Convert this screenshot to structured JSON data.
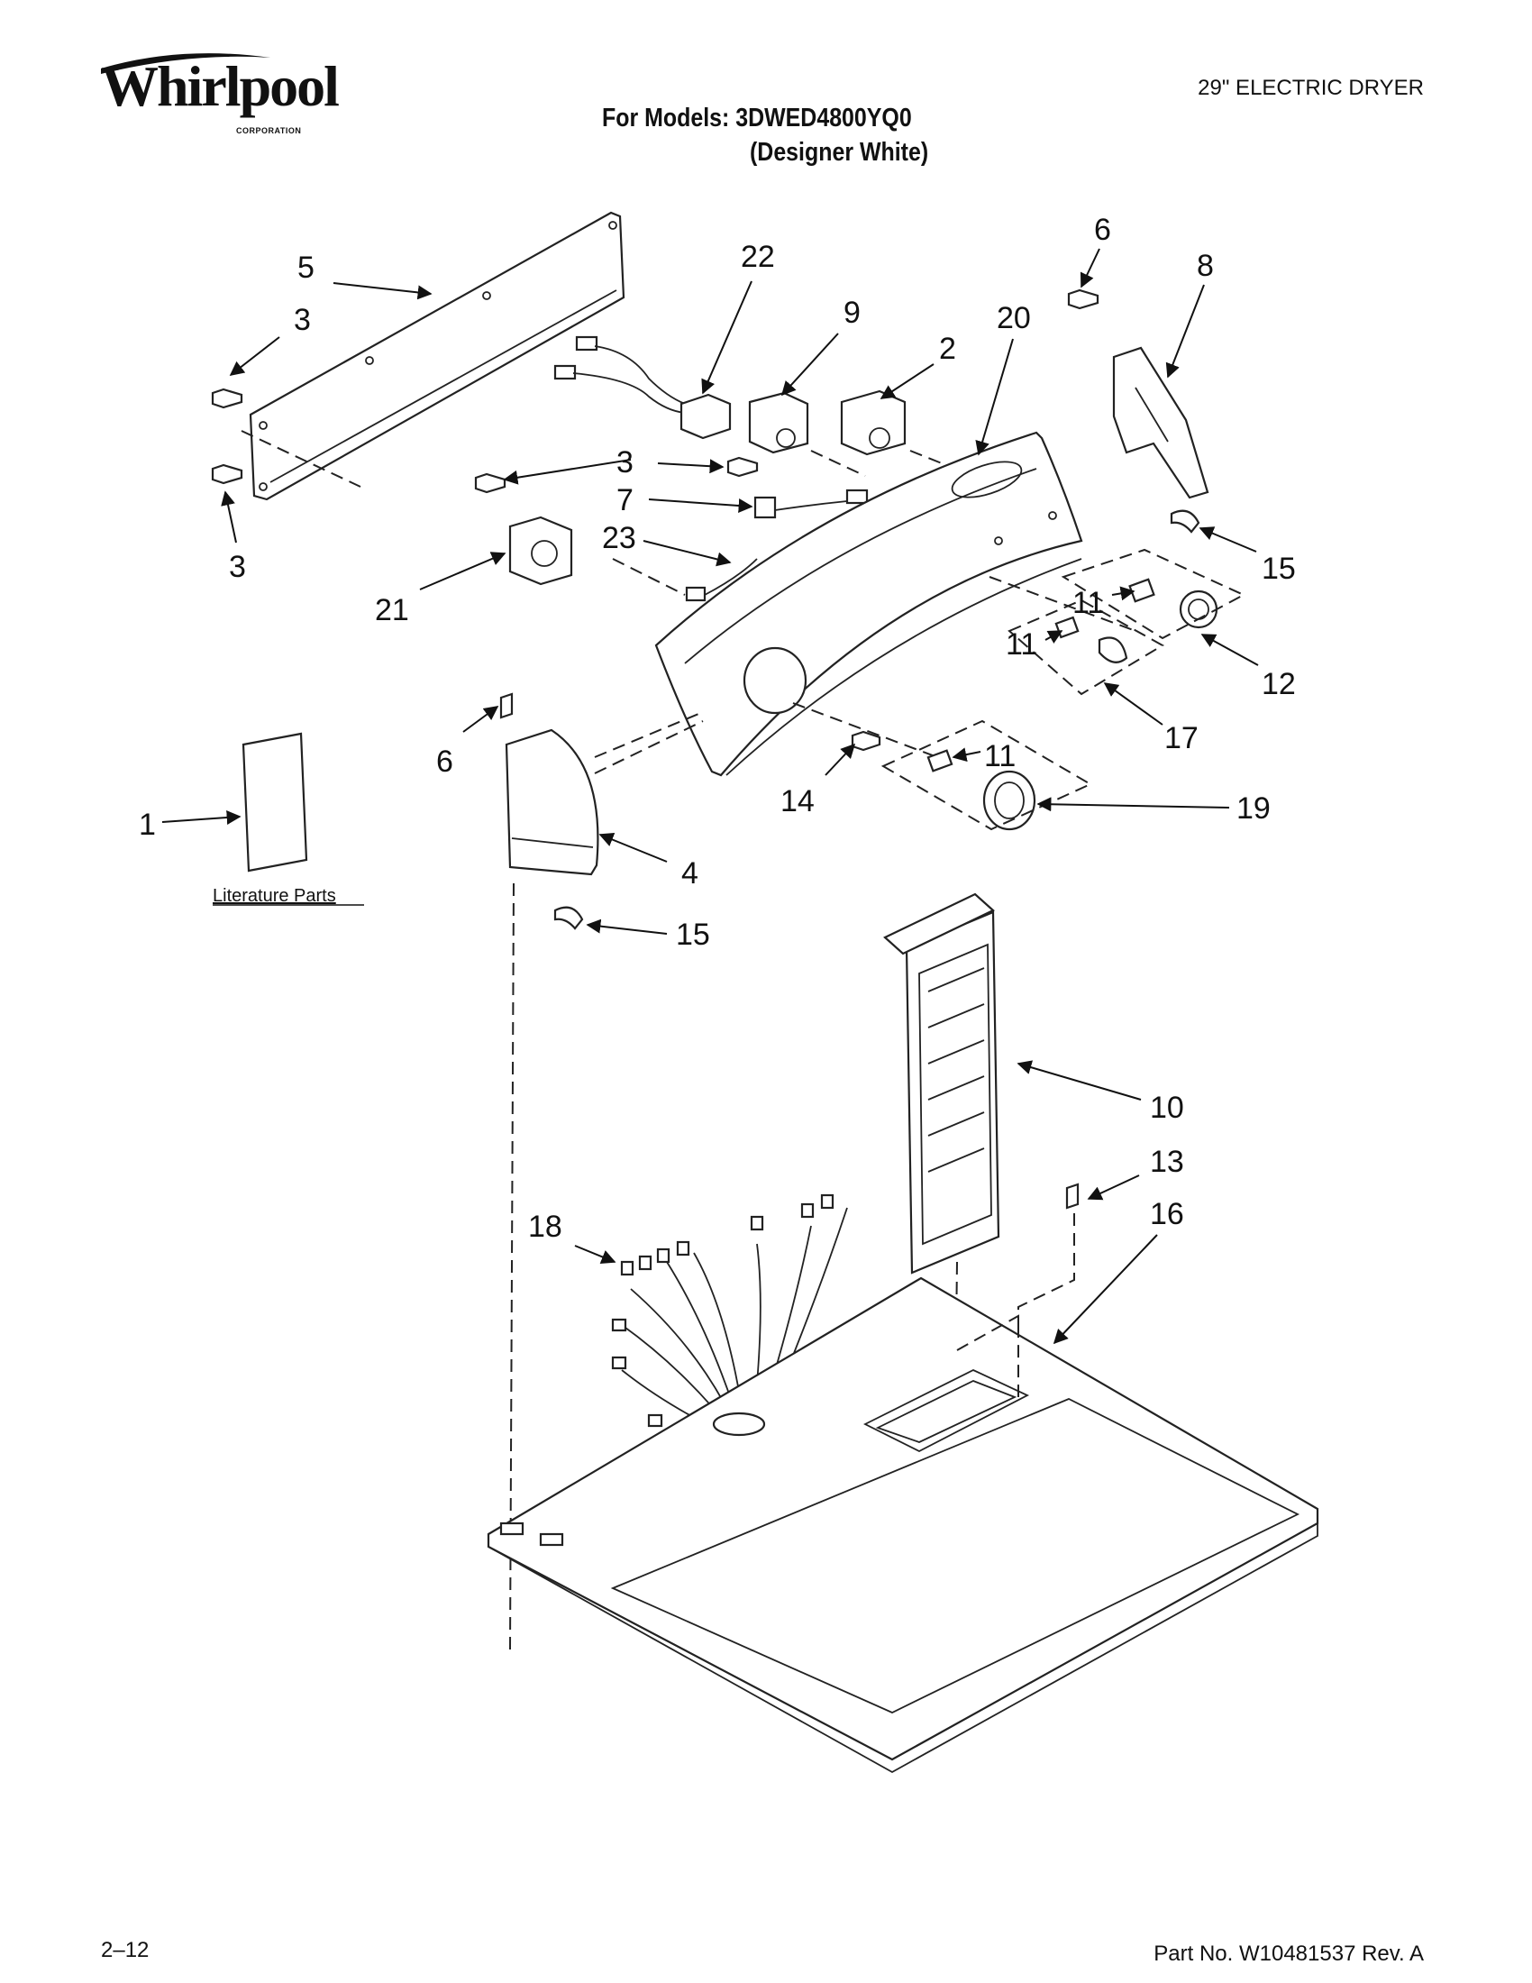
{
  "header": {
    "brand": "Whirlpool",
    "brand_sub": "CORPORATION",
    "document_type": "29\" ELECTRIC DRYER",
    "models_line": "For Models: 3DWED4800YQ0",
    "model_variant": "(Designer White)"
  },
  "footer": {
    "page_number": "2–12",
    "part_number": "Part No. W10481537 Rev. A"
  },
  "literature_label": "Literature Parts",
  "callouts": {
    "c1": "1",
    "c2": "2",
    "c3a": "3",
    "c3b": "3",
    "c3c": "3",
    "c4": "4",
    "c5": "5",
    "c6a": "6",
    "c6b": "6",
    "c7": "7",
    "c8": "8",
    "c9": "9",
    "c10": "10",
    "c11a": "11",
    "c11b": "11",
    "c11c": "11",
    "c12": "12",
    "c13": "13",
    "c14": "14",
    "c15a": "15",
    "c15b": "15",
    "c16": "16",
    "c17": "17",
    "c18": "18",
    "c19": "19",
    "c20": "20",
    "c21": "21",
    "c22": "22",
    "c23": "23"
  }
}
